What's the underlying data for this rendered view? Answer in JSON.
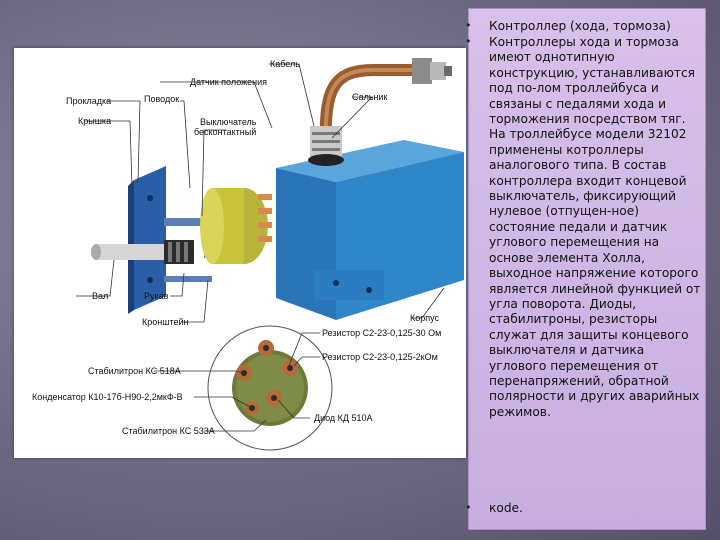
{
  "diagram": {
    "labels": {
      "cable": "Кабель",
      "position_sensor": "Датчик положения",
      "gasket": "Прокладка",
      "leash": "Поводок",
      "gland": "Сальник",
      "cover": "Крышка",
      "contactless_switch_1": "Выключатель",
      "contactless_switch_2": "бесконтактный",
      "shaft": "Вал",
      "arm": "Рукав",
      "bracket": "Кронштейн",
      "housing": "Корпус",
      "resistor_1": "Резистор С2-23-0,125-30 Ом",
      "resistor_2": "Резистор С2-23-0,125-2кОм",
      "zener_1": "Стабилитрон КС 518А",
      "capacitor": "Конденсатор К10-17б-Н90-2,2мкФ-В",
      "zener_2": "Стабилитрон КС 533А",
      "diode": "Диод КД 510А"
    }
  },
  "bullets": [
    {
      "marker": "•",
      "text": "Контроллер (хода, тормоза)"
    },
    {
      "marker": "•",
      "text": "Контроллеры хода и тормоза имеют однотипную конструкцию, устанавливаются под по-лом троллейбуса и связаны с педалями хода и торможения посредством тяг. На троллейбусе модели 32102 применены котроллеры аналогового типа. В состав контроллера входит концевой выключатель, фиксирующий нулевое (отпущен-ное) состояние педали и датчик углового перемещения на основе элемента Холла, выходное напряжение которого является линейной функцией от угла поворота. Диоды, стабилитроны, резисторы служат для защиты концевого выключателя и датчика углового перемещения от перенапряжений, обратной полярности и других аварийных режимов."
    },
    {
      "marker": "•",
      "text": "кode."
    }
  ],
  "colors": {
    "housing_blue": "#2f86c8",
    "cover_blue": "#2a5fa8",
    "magnet_yellow": "#c8c43a",
    "cable_brown": "#a86a3a",
    "board_green": "#6e7a3c"
  }
}
